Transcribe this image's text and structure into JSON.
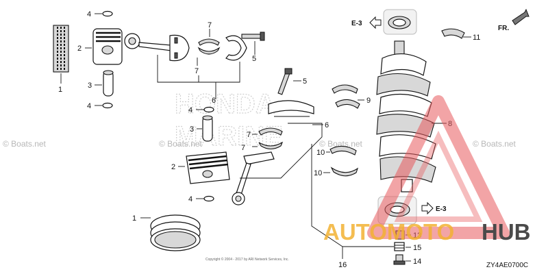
{
  "callouts": {
    "c1_rings": "1",
    "c2_piston": "2",
    "c3_pin": "3",
    "c4_clip_top": "4",
    "c4_clip_mid": "4",
    "c7_bearing_a": "7",
    "c7_bearing_b": "7",
    "c5_bolt": "5",
    "c6_rod": "6",
    "c5_bolt_b": "5",
    "c9_main_bearing": "9",
    "c6_rod_b": "6",
    "c4_clip_b": "4",
    "c3_pin_b": "3",
    "c7_bearing_c": "7",
    "c7_bearing_d": "7",
    "c2_piston_b": "2",
    "c4_clip_c": "4",
    "c1_rings_b": "1",
    "c10_a": "10",
    "c10_b": "10",
    "c11_thrust": "11",
    "c8_crank": "8",
    "c13": "13",
    "c15": "15",
    "c14": "14",
    "c16": "16"
  },
  "refs": {
    "e3_top": "E-3",
    "e3_bottom": "E-3",
    "fr": "FR."
  },
  "watermarks": {
    "boats_left": "© Boats.net",
    "boats_mid": "© Boats.net",
    "boats_center": "© Boats.net",
    "boats_right": "© Boats.net",
    "honda_line1": "HONDA",
    "honda_line2": "MARINE"
  },
  "brand": {
    "auto": "AUTOMOTO",
    "hub": "HUB"
  },
  "diagram_code": "ZY4AE0700C",
  "copyright": "Copyright © 2004 - 2017 by ARI Network Services, Inc."
}
